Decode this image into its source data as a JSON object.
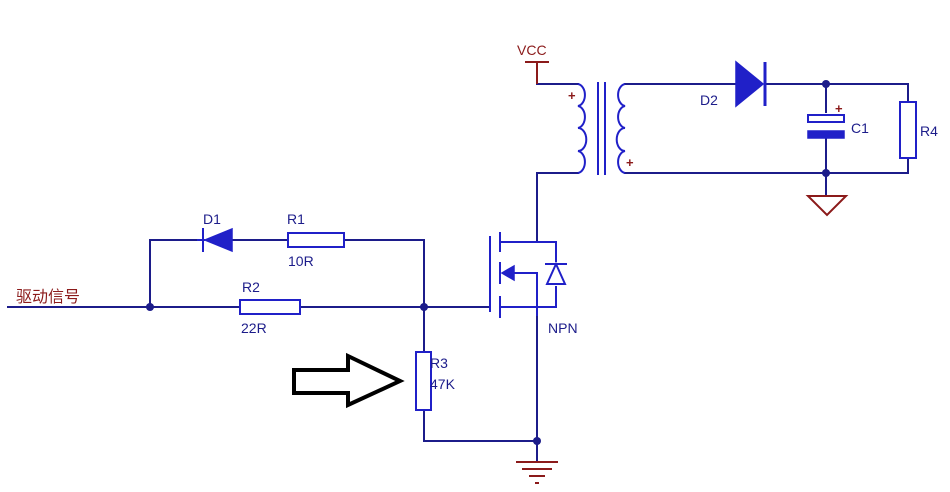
{
  "colors": {
    "wire": "#1c1c8a",
    "component": "#2020c8",
    "label": "#1c1c8a",
    "vcc_red": "#8b1a1a",
    "arrow": "#000000"
  },
  "labels": {
    "input_signal": "驱动信号",
    "vcc": "VCC",
    "d1": "D1",
    "r1": "R1",
    "r1_value": "10R",
    "r2": "R2",
    "r2_value": "22R",
    "r3": "R3",
    "r3_value": "47K",
    "mosfet": "NPN",
    "d2": "D2",
    "c1": "C1",
    "r4": "R4",
    "plus": "+"
  },
  "icons": {
    "ground": "ground-symbol-icon",
    "arrow": "right-arrow-icon"
  }
}
